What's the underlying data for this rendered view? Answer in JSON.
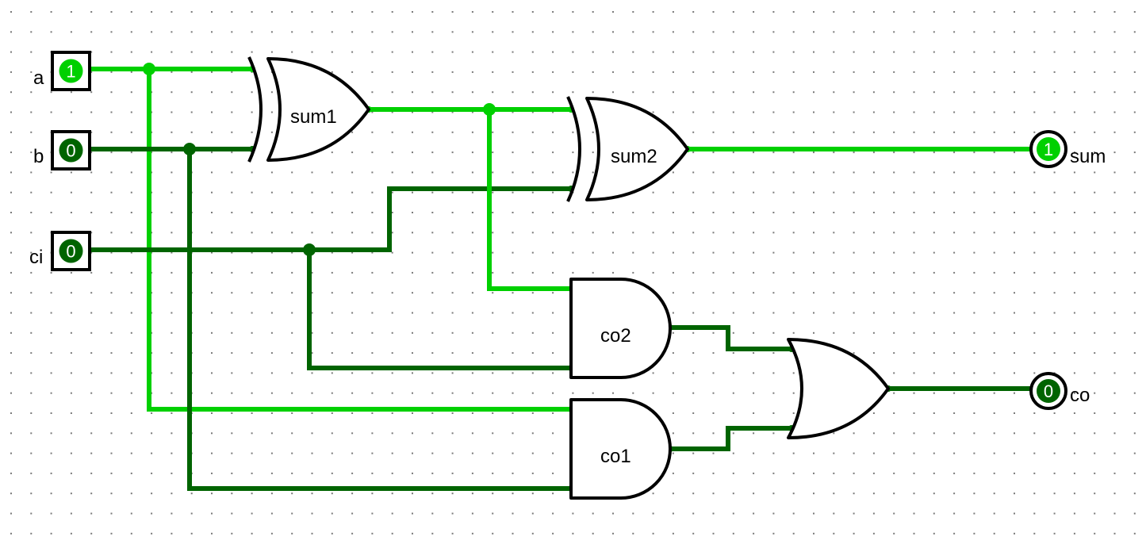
{
  "colors": {
    "wire_high": "#00d000",
    "wire_low": "#006400",
    "grid_dot": "#7a7a7a"
  },
  "inputs": {
    "a": {
      "label": "a",
      "value": "1",
      "state": "high"
    },
    "b": {
      "label": "b",
      "value": "0",
      "state": "low"
    },
    "ci": {
      "label": "ci",
      "value": "0",
      "state": "low"
    }
  },
  "outputs": {
    "sum": {
      "label": "sum",
      "value": "1",
      "state": "high"
    },
    "co": {
      "label": "co",
      "value": "0",
      "state": "low"
    }
  },
  "gates": {
    "sum1": {
      "label": "sum1",
      "type": "XOR"
    },
    "sum2": {
      "label": "sum2",
      "type": "XOR"
    },
    "co2": {
      "label": "co2",
      "type": "AND"
    },
    "co1": {
      "label": "co1",
      "type": "AND"
    },
    "co": {
      "label": "",
      "type": "OR"
    }
  },
  "wires": [
    {
      "name": "wire-a",
      "state": "high"
    },
    {
      "name": "wire-b",
      "state": "low"
    },
    {
      "name": "wire-ci",
      "state": "low"
    },
    {
      "name": "wire-sum1-out",
      "state": "high"
    },
    {
      "name": "wire-sum2-out",
      "state": "high"
    },
    {
      "name": "wire-co2-out",
      "state": "low"
    },
    {
      "name": "wire-co1-out",
      "state": "low"
    },
    {
      "name": "wire-co-out",
      "state": "low"
    }
  ]
}
